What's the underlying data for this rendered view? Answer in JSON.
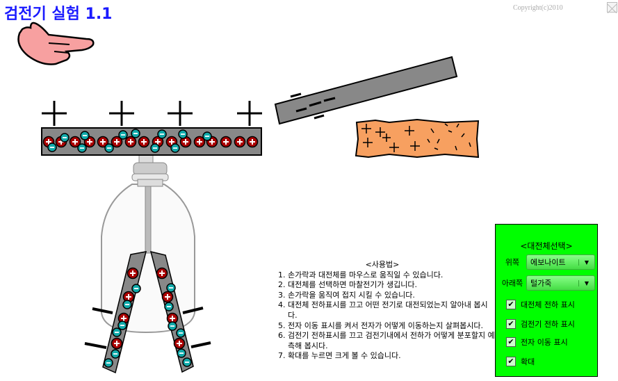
{
  "title": "검전기 실험 1.1",
  "copyright": "Copyright(c)2010",
  "instructions": {
    "heading": "<사용법>",
    "items": [
      "1. 손가락과 대전체를 마우스로 움직일 수 있습니다.",
      "2. 대전체를 선택하면 마찰전기가 생깁니다.",
      "3. 손가락을 움직여 접지 시킬 수 있습니다.",
      "4. 대전체 전하표시를 끄고 어떤 전기로 대전되었는지 알아내 봅시다.",
      "5. 전자 이동 표시를 켜서 전자가 어떻게 이동하는지 살펴봅시다.",
      "6. 검전기 전하표시를 끄고 검전기내에서 전하가 어떻게 분포할지 예측해 봅시다.",
      "7. 확대를 누르면 크게 볼 수 있습니다."
    ]
  },
  "panel": {
    "title": "<대전체선택>",
    "top_label": "위쪽",
    "top_value": "에보나이트",
    "bottom_label": "아래쪽",
    "bottom_value": "털가죽",
    "checkboxes": [
      {
        "label": "대전체 전하 표시",
        "checked": true
      },
      {
        "label": "검전기 전하 표시",
        "checked": true
      },
      {
        "label": "전자 이동 표시",
        "checked": true
      },
      {
        "label": "확대",
        "checked": true
      }
    ],
    "check_mark": "✔",
    "arrow": "▼",
    "color": "#00ff00"
  }
}
